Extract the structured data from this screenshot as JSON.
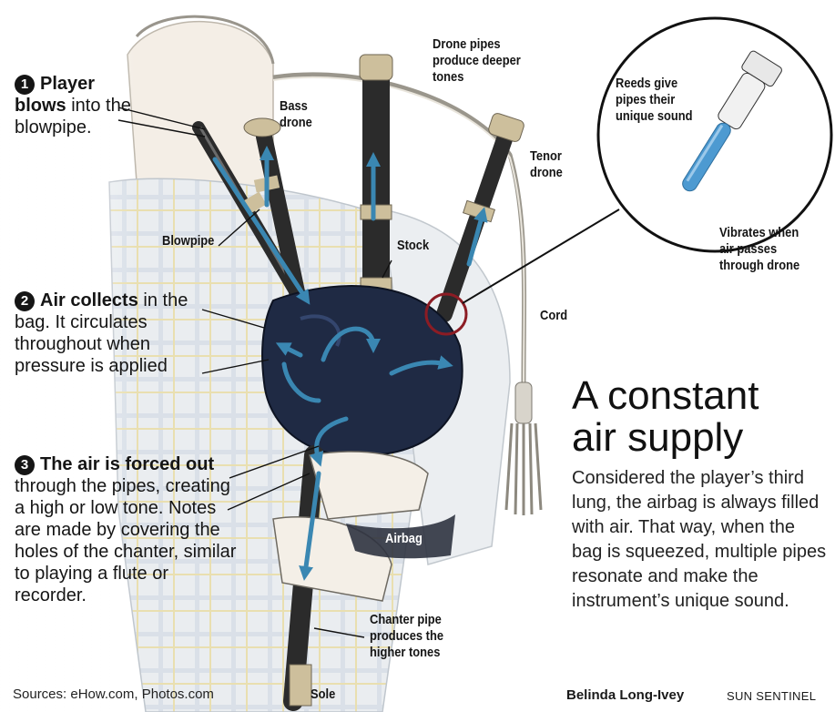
{
  "steps": [
    {
      "num": "1",
      "bold": "Player blows",
      "text": "into the blowpipe."
    },
    {
      "num": "2",
      "bold": "Air collects",
      "text": "in the bag. It circulates throughout when pressure is applied"
    },
    {
      "num": "3",
      "bold": "The air is forced out",
      "text": "through the pipes, creating a high or low tone. Notes are made by covering the holes of the chanter, similar to playing a flute or recorder."
    }
  ],
  "labels": {
    "drone_pipes": "Drone pipes produce deeper tones",
    "bass_drone": "Bass drone",
    "tenor_drone": "Tenor drone",
    "reeds": "Reeds give pipes their unique sound",
    "vibrates": "Vibrates when air passes through drone",
    "blowpipe": "Blowpipe",
    "stock": "Stock",
    "cord": "Cord",
    "airbag": "Airbag",
    "chanter": "Chanter pipe produces the higher tones",
    "sole": "Sole"
  },
  "headline": "A constant air supply",
  "body": "Considered the player’s third lung, the airbag is always filled with air. That way, when the bag is squeezed, multiple pipes resonate and make the instrument’s unique sound.",
  "sources": "Sources: eHow.com, Photos.com",
  "credit_author": "Belinda Long-Ivey",
  "credit_org": "SUN SENTINEL",
  "colors": {
    "arrow": "#3a87b2",
    "highlight_circle": "#8c1c24",
    "bag": "#1f2a44",
    "reed_blue": "#4d9ad1",
    "pipe_dark": "#2b2b2b",
    "ivory": "#cdbf9c"
  }
}
